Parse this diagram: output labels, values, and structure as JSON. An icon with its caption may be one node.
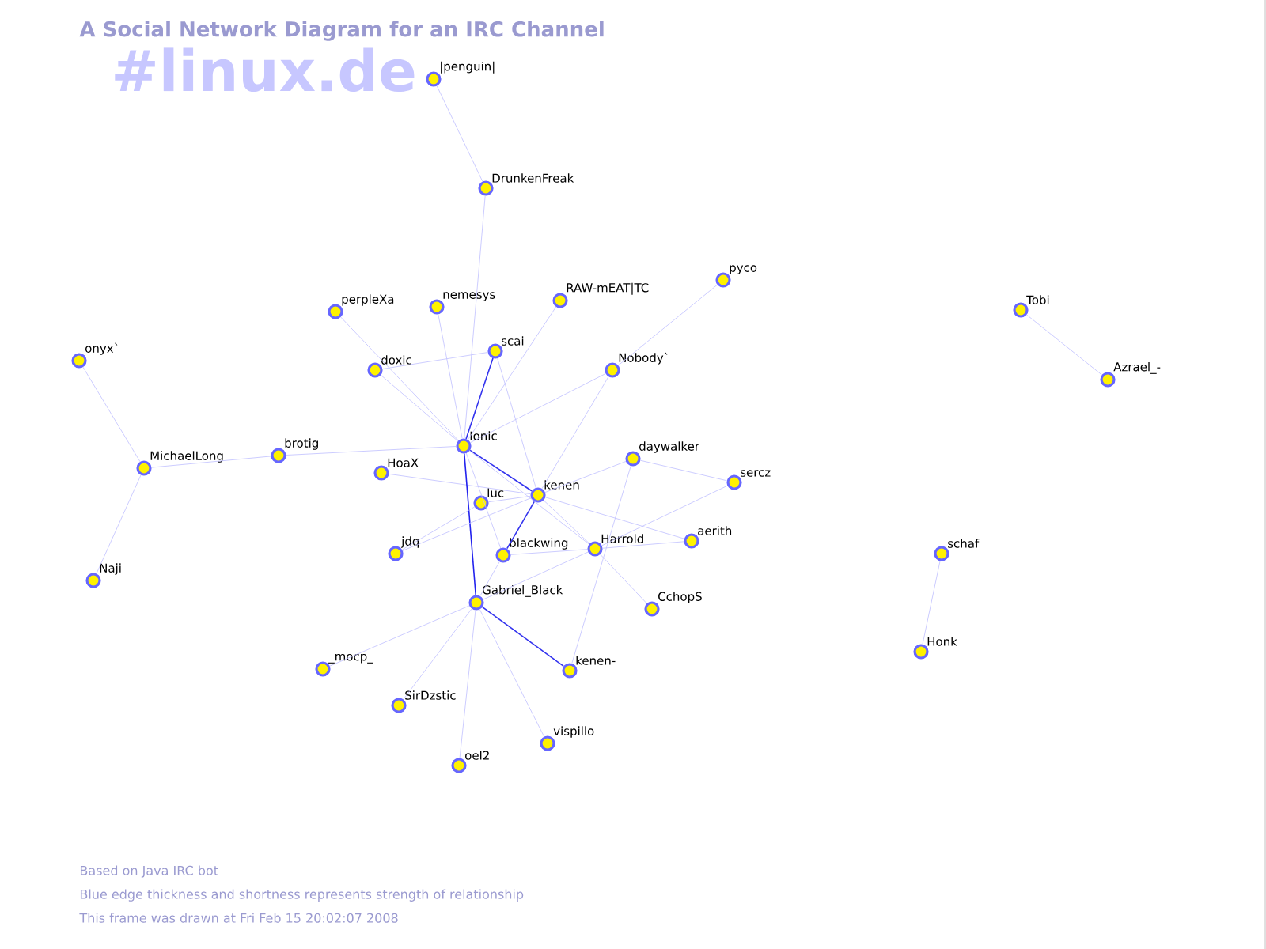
{
  "diagram": {
    "title": "A Social Network Diagram for an IRC Channel",
    "nodes": [
      {
        "text": [
          "|penguin|"
        ]
      },
      {
        "text": [
          "DrunkenFreak"
        ]
      },
      {
        "text": [
          "perpleXa"
        ]
      },
      {
        "text": [
          "nemesys"
        ]
      },
      {
        "text": [
          "RAW-mEAT|TC"
        ]
      },
      {
        "text": [
          "pyco"
        ]
      },
      {
        "text": [
          "onyx`"
        ]
      },
      {
        "text": [
          "doxic"
        ]
      },
      {
        "text": [
          "scai"
        ]
      },
      {
        "text": [
          "Nobody`"
        ]
      },
      {
        "text": [
          "Ionic"
        ]
      },
      {
        "text": [
          "brotig"
        ]
      },
      {
        "text": [
          "MichaelLong"
        ]
      },
      {
        "text": [
          "HoaX"
        ]
      },
      {
        "text": [
          "daywalker"
        ]
      },
      {
        "text": [
          "sercz"
        ]
      },
      {
        "text": [
          "luc"
        ]
      },
      {
        "text": [
          "kenen"
        ]
      },
      {
        "text": [
          "jdq"
        ]
      },
      {
        "text": [
          "blackwing"
        ]
      },
      {
        "text": [
          "Harrold"
        ]
      },
      {
        "text": [
          "aerith"
        ]
      },
      {
        "text": [
          "Naji"
        ]
      },
      {
        "text": [
          "Gabriel_Black"
        ]
      },
      {
        "text": [
          "CchopS"
        ]
      },
      {
        "text": [
          "_mocp_"
        ]
      },
      {
        "text": [
          "kenen-"
        ]
      },
      {
        "text": [
          "SirDzstic"
        ]
      },
      {
        "text": [
          "oel2"
        ]
      },
      {
        "text": [
          "vispillo"
        ]
      },
      {
        "text": [
          "Tobi"
        ]
      },
      {
        "text": [
          "Azrael_-"
        ]
      },
      {
        "text": [
          "schaf"
        ]
      },
      {
        "text": [
          "Honk"
        ]
      }
    ],
    "edges": [
      {
        "from": 0,
        "to": 1,
        "arrow": "none"
      },
      {
        "from": 1,
        "to": 10,
        "arrow": "none"
      },
      {
        "from": 2,
        "to": 10,
        "arrow": "none"
      },
      {
        "from": 7,
        "to": 10,
        "arrow": "none"
      },
      {
        "from": 7,
        "to": 8,
        "arrow": "none"
      },
      {
        "from": 3,
        "to": 10,
        "arrow": "none"
      },
      {
        "from": 10,
        "to": 19,
        "arrow": "none"
      },
      {
        "from": 8,
        "to": 10,
        "arrow": "none",
        "color": "#3333ee"
      },
      {
        "from": 8,
        "to": 17,
        "arrow": "none"
      },
      {
        "from": 4,
        "to": 10,
        "arrow": "none"
      },
      {
        "from": 5,
        "to": 9,
        "arrow": "none"
      },
      {
        "from": 9,
        "to": 10,
        "arrow": "none"
      },
      {
        "from": 9,
        "to": 17,
        "arrow": "none"
      },
      {
        "from": 11,
        "to": 10,
        "arrow": "none"
      },
      {
        "from": 12,
        "to": 11,
        "arrow": "none"
      },
      {
        "from": 6,
        "to": 12,
        "arrow": "none"
      },
      {
        "from": 22,
        "to": 12,
        "arrow": "none"
      },
      {
        "from": 13,
        "to": 17,
        "arrow": "none"
      },
      {
        "from": 10,
        "to": 17,
        "arrow": "none",
        "color": "#3333ee"
      },
      {
        "from": 10,
        "to": 20,
        "arrow": "none"
      },
      {
        "from": 10,
        "to": 23,
        "arrow": "none",
        "color": "#2222ee"
      },
      {
        "from": 14,
        "to": 17,
        "arrow": "none"
      },
      {
        "from": 14,
        "to": 15,
        "arrow": "none"
      },
      {
        "from": 14,
        "to": 26,
        "arrow": "none"
      },
      {
        "from": 15,
        "to": 20,
        "arrow": "none"
      },
      {
        "from": 16,
        "to": 17,
        "arrow": "none"
      },
      {
        "from": 18,
        "to": 17,
        "arrow": "none"
      },
      {
        "from": 18,
        "to": 16,
        "arrow": "none"
      },
      {
        "from": 17,
        "to": 20,
        "arrow": "none"
      },
      {
        "from": 17,
        "to": 21,
        "arrow": "none"
      },
      {
        "from": 17,
        "to": 19,
        "arrow": "none",
        "color": "#3333ee"
      },
      {
        "from": 19,
        "to": 23,
        "arrow": "none"
      },
      {
        "from": 19,
        "to": 20,
        "arrow": "none"
      },
      {
        "from": 20,
        "to": 21,
        "arrow": "none"
      },
      {
        "from": 20,
        "to": 24,
        "arrow": "none"
      },
      {
        "from": 20,
        "to": 23,
        "arrow": "none"
      },
      {
        "from": 23,
        "to": 25,
        "arrow": "none"
      },
      {
        "from": 23,
        "to": 26,
        "arrow": "none",
        "color": "#3333ee"
      },
      {
        "from": 23,
        "to": 27,
        "arrow": "none"
      },
      {
        "from": 23,
        "to": 28,
        "arrow": "none"
      },
      {
        "from": 23,
        "to": 29,
        "arrow": "none"
      },
      {
        "from": 30,
        "to": 31,
        "arrow": "none"
      },
      {
        "from": 32,
        "to": 33,
        "arrow": "none"
      }
    ],
    "labels": [
      "#linux.de",
      "Based on Java IRC bot",
      "Blue edge thickness and shortness represents strength of relationship",
      "This frame was drawn at Fri Feb 15 20:02:07 2008"
    ]
  }
}
